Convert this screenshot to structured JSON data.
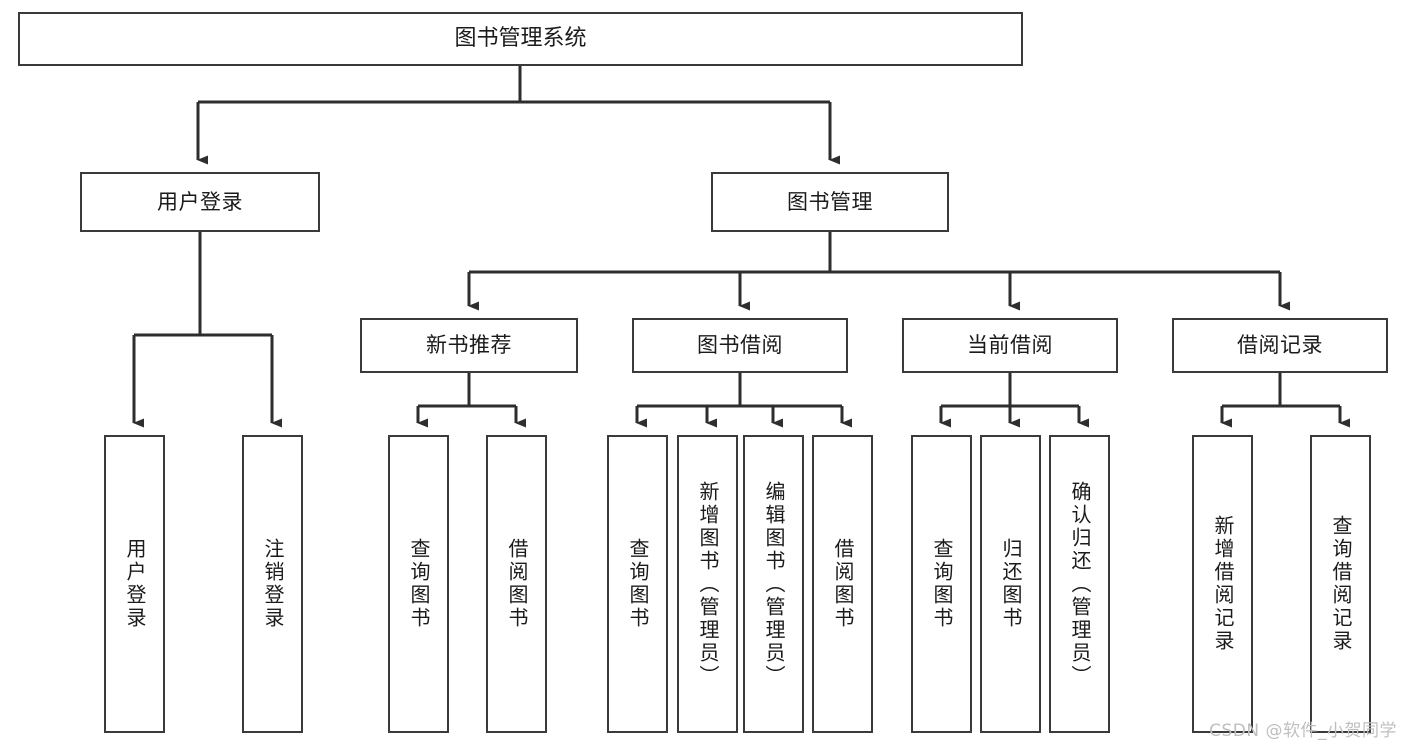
{
  "diagram": {
    "type": "tree",
    "title": "图书管理系统",
    "root": {
      "label": "图书管理系统"
    },
    "level2": [
      {
        "label": "用户登录"
      },
      {
        "label": "图书管理"
      }
    ],
    "level3": [
      {
        "label": "新书推荐"
      },
      {
        "label": "图书借阅"
      },
      {
        "label": "当前借阅"
      },
      {
        "label": "借阅记录"
      }
    ],
    "leaves": {
      "user_login": [
        {
          "label": "用户登录"
        },
        {
          "label": "注销登录"
        }
      ],
      "new_book_recommend": [
        {
          "label": "查询图书"
        },
        {
          "label": "借阅图书"
        }
      ],
      "book_borrow": [
        {
          "label": "查询图书"
        },
        {
          "label": "新增图书（管理员）"
        },
        {
          "label": "编辑图书（管理员）"
        },
        {
          "label": "借阅图书"
        }
      ],
      "current_borrow": [
        {
          "label": "查询图书"
        },
        {
          "label": "归还图书"
        },
        {
          "label": "确认归还（管理员）"
        }
      ],
      "borrow_record": [
        {
          "label": "新增借阅记录"
        },
        {
          "label": "查询借阅记录"
        }
      ]
    }
  },
  "watermark": {
    "text": "CSDN @软件_小贺同学"
  },
  "colors": {
    "stroke": "#3a3a3a",
    "fill": "#ffffff",
    "text": "#1b1b1b",
    "watermark": "#bfbfbf"
  }
}
